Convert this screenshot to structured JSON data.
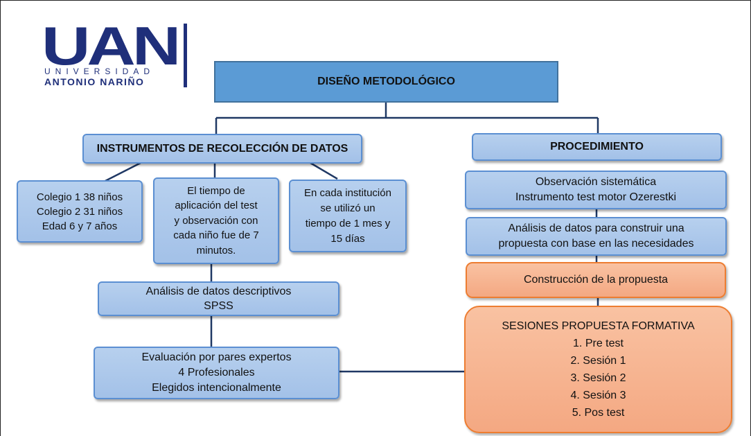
{
  "logo": {
    "mark": "UAN",
    "line1": "UNIVERSIDAD",
    "line2": "ANTONIO NARIÑO"
  },
  "title": "DISEÑO METODOLÓGICO",
  "left": {
    "header": "INSTRUMENTOS DE RECOLECCIÓN DE DATOS",
    "box1": [
      "Colegio 1 38 niños",
      "Colegio 2 31 niños",
      "Edad 6 y 7 años"
    ],
    "box2": [
      "El tiempo de",
      "aplicación del test",
      "y observación con",
      "cada niño fue de 7",
      "minutos."
    ],
    "box3": [
      "En cada institución",
      "se utilizó un",
      "tiempo de 1 mes y",
      "15 días"
    ],
    "analysis": [
      "Análisis de datos descriptivos",
      "SPSS"
    ],
    "evaluation": [
      "Evaluación por pares expertos",
      "4 Profesionales",
      "Elegidos intencionalmente"
    ]
  },
  "right": {
    "header": "PROCEDIMIENTO",
    "obs": [
      "Observación sistemática",
      "Instrumento test motor Ozerestki"
    ],
    "analysis": [
      "Análisis de datos para construir una",
      "propuesta con base en las necesidades"
    ],
    "construction": "Construcción de la propuesta",
    "sessions_title": "SESIONES PROPUESTA FORMATIVA",
    "sessions": [
      "1. Pre test",
      "2. Sesión 1",
      "3. Sesión 2",
      "4. Sesión 3",
      "5. Pos test"
    ]
  }
}
